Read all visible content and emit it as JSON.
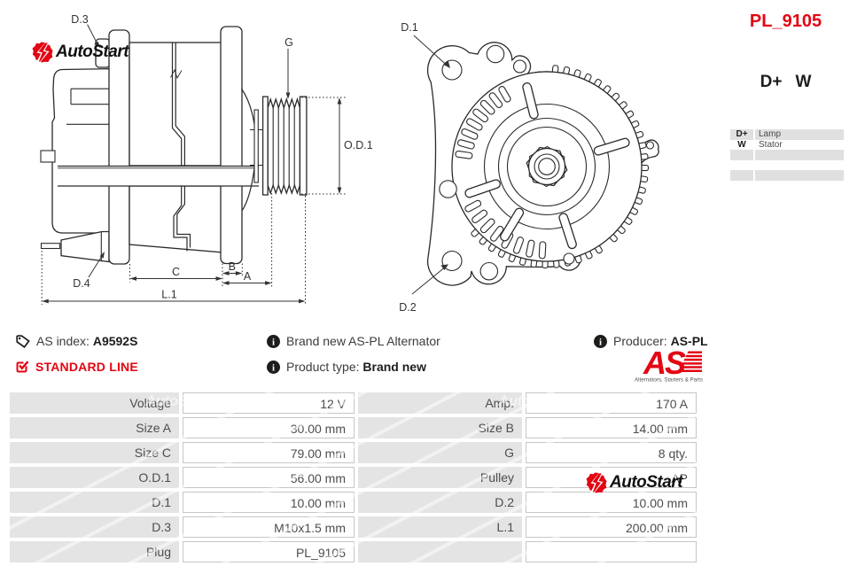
{
  "page": {
    "bg": "#ffffff",
    "accent_red": "#e30613"
  },
  "header": {
    "product_code": "PL_9105",
    "terminals": [
      "D+",
      "W"
    ]
  },
  "terminal_legend": {
    "rows": [
      {
        "pin": "D+",
        "desc": "Lamp"
      },
      {
        "pin": "W",
        "desc": "Stator"
      }
    ]
  },
  "brand": {
    "autostart": "AutoStart",
    "aspl_mark": "AS",
    "aspl_tagline": "Alternators, Starters & Parts"
  },
  "info": {
    "as_index_label": "AS index:",
    "as_index_value": "A9592S",
    "standard_line": "STANDARD LINE",
    "description": "Brand new AS-PL Alternator",
    "product_type_label": "Product type:",
    "product_type_value": "Brand new",
    "producer_label": "Producer:",
    "producer_value": "AS-PL"
  },
  "drawing": {
    "side": {
      "d3": "D.3",
      "d4": "D.4",
      "c": "C",
      "b": "B",
      "a": "A",
      "l1": "L.1",
      "g": "G",
      "od1": "O.D.1"
    },
    "front": {
      "d1": "D.1",
      "d2": "D.2"
    }
  },
  "specs": {
    "rows": [
      [
        "Voltage",
        "12 V",
        "Amp.",
        "170 A"
      ],
      [
        "Size A",
        "30.00 mm",
        "Size B",
        "14.00 mm"
      ],
      [
        "Size C",
        "79.00 mm",
        "G",
        "8 qty."
      ],
      [
        "O.D.1",
        "56.00 mm",
        "Pulley",
        "AP"
      ],
      [
        "D.1",
        "10.00 mm",
        "D.2",
        "10.00 mm"
      ],
      [
        "D.3",
        "M10x1.5 mm",
        "L.1",
        "200.00 mm"
      ],
      [
        "Plug",
        "PL_9105",
        "",
        ""
      ]
    ]
  },
  "watermark": {
    "text": "AutoStart"
  }
}
